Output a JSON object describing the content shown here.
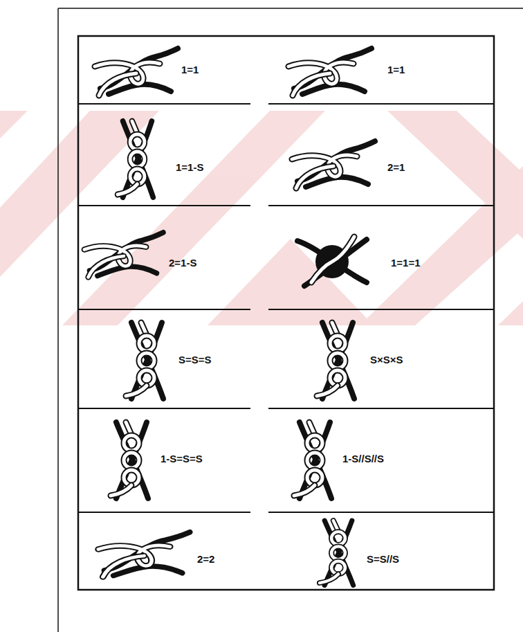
{
  "diagram": {
    "labels": [
      "1=1",
      "1=1",
      "1=1-S",
      "2=1",
      "2=1-S",
      "1=1=1",
      "S=S=S",
      "S×S×S",
      "1-S=S=S",
      "1-S//S//S",
      "2=2",
      "S=S//S"
    ]
  }
}
